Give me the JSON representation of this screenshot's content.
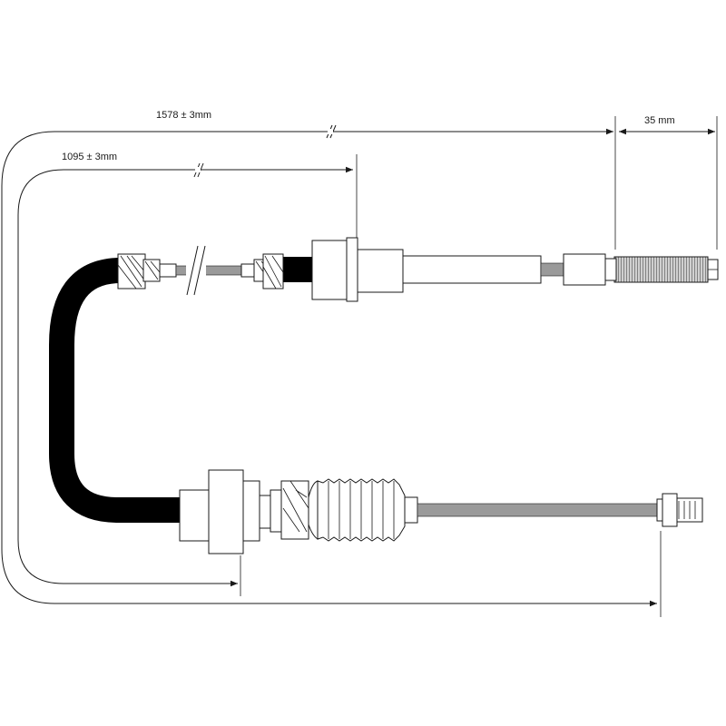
{
  "dimensions": {
    "overall_length": "1578 ± 3mm",
    "inner_length": "1095 ± 3mm",
    "thread_length": "35 mm"
  },
  "colors": {
    "ink": "#1a1a1a",
    "sheath": "#000000",
    "wire": "#9a9a9a",
    "background": "#ffffff"
  }
}
